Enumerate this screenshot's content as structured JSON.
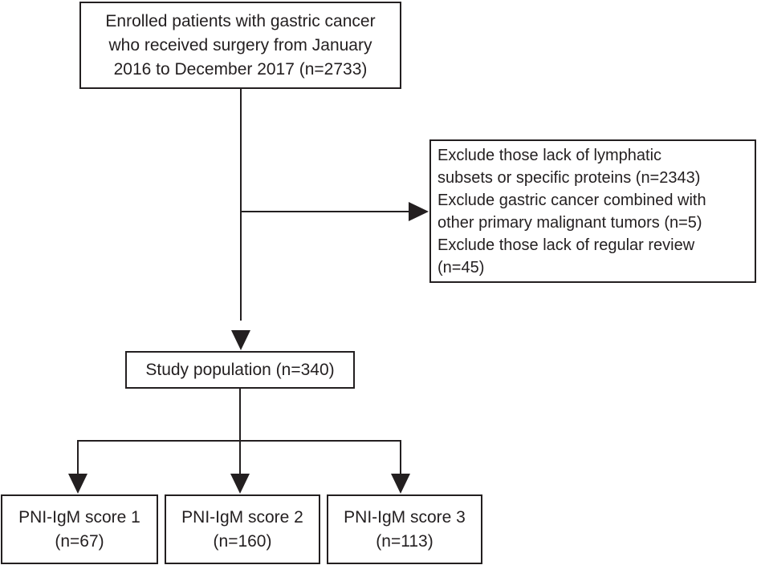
{
  "enrolled": {
    "lines": [
      "Enrolled patients with gastric cancer",
      "who received surgery from January",
      "2016 to December 2017 (n=2733)"
    ]
  },
  "exclusion": {
    "lines": [
      "Exclude those lack of lymphatic",
      "subsets or specific proteins (n=2343)",
      "Exclude gastric cancer combined with",
      "other primary malignant tumors (n=5)",
      "Exclude those lack of regular review",
      "(n=45)"
    ]
  },
  "study": {
    "label": "Study population (n=340)"
  },
  "scores": [
    {
      "label": "PNI-IgM score 1",
      "n": "(n=67)"
    },
    {
      "label": "PNI-IgM score 2",
      "n": "(n=160)"
    },
    {
      "label": "PNI-IgM score 3",
      "n": "(n=113)"
    }
  ],
  "colors": {
    "ink": "#231f20",
    "background": "#ffffff"
  }
}
